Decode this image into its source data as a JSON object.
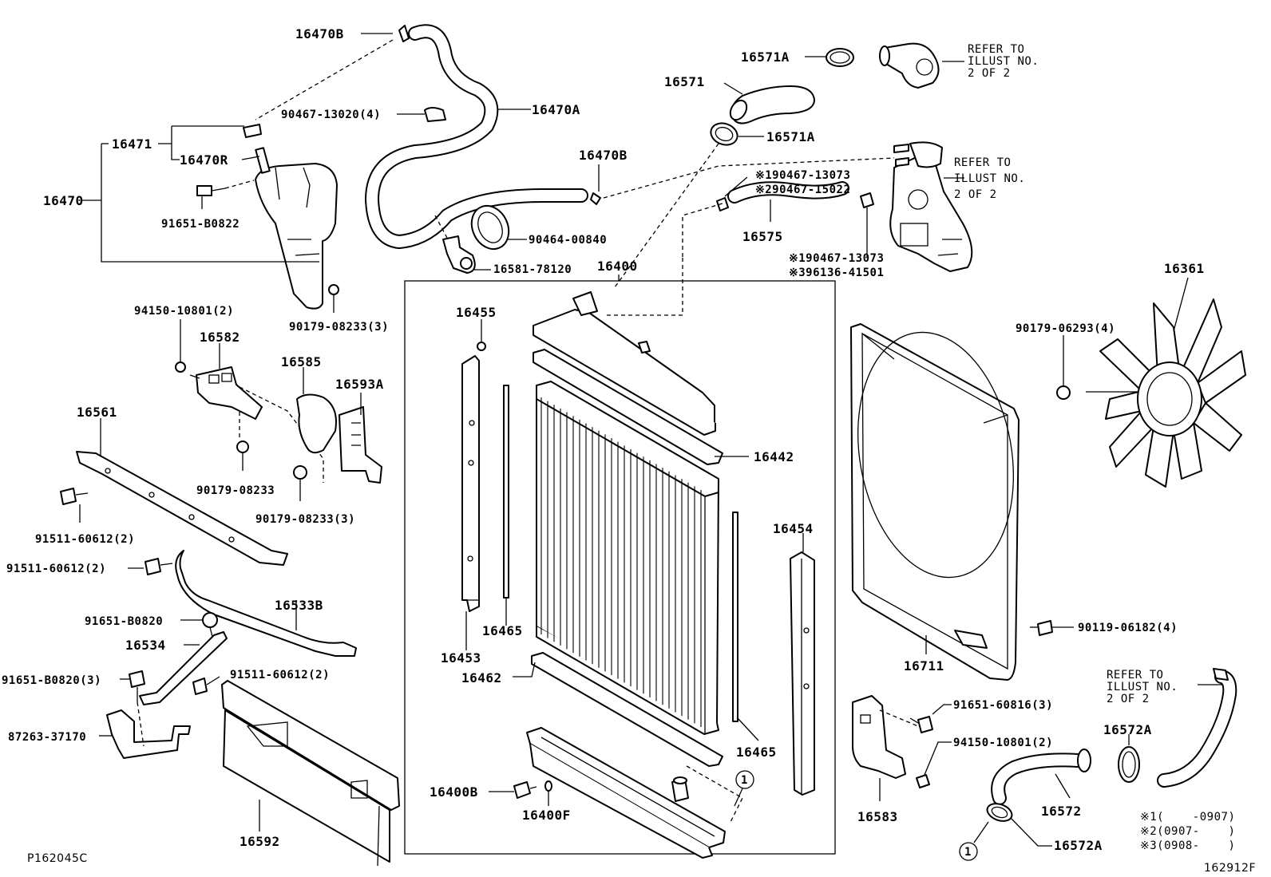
{
  "diagram": {
    "labels": {
      "p16470B_top": "16470B",
      "p16470A": "16470A",
      "p16471": "16471",
      "p16470R": "16470R",
      "p16470": "16470",
      "p90467_13020": "90467-13020(4)",
      "p91651_B0822": "91651-B0822",
      "p90179_08233_3a": "90179-08233(3)",
      "p16470B_mid": "16470B",
      "p90464_00840": "90464-00840",
      "p16581_78120": "16581-78120",
      "p16571A_top": "16571A",
      "p16571": "16571",
      "p16571A_mid": "16571A",
      "p90467_13073_a": "※190467-13073",
      "p90467_15022": "※290467-15022",
      "p16575": "16575",
      "p90467_13073_b": "※190467-13073",
      "p96136_41501": "※396136-41501",
      "p16400": "16400",
      "p16361": "16361",
      "p90179_06293": "90179-06293(4)",
      "p94150_10801_a": "94150-10801(2)",
      "p16582": "16582",
      "p16585": "16585",
      "p16593A": "16593A",
      "p90179_08233": "90179-08233",
      "p90179_08233_3b": "90179-08233(3)",
      "p16561": "16561",
      "p91511_60612_a": "91511-60612(2)",
      "p91511_60612_b": "91511-60612(2)",
      "p16533B": "16533B",
      "p91651_B0820": "91651-B0820",
      "p16534": "16534",
      "p91651_B0820_3": "91651-B0820(3)",
      "p91511_60612_c": "91511-60612(2)",
      "p87263_37170": "87263-37170",
      "p16592": "16592",
      "p16455": "16455",
      "p16453": "16453",
      "p16465_a": "16465",
      "p16462": "16462",
      "p16442": "16442",
      "p16454": "16454",
      "p16465_b": "16465",
      "p16400B": "16400B",
      "p16400F": "16400F",
      "p16711": "16711",
      "p90119_06182": "90119-06182(4)",
      "p91651_60816": "91651-60816(3)",
      "p94150_10801_b": "94150-10801(2)",
      "p16583": "16583",
      "p16572": "16572",
      "p16572A_top": "16572A",
      "p16572A_bot": "16572A",
      "circle1_a": "1",
      "circle1_b": "1"
    },
    "refer_notes": [
      {
        "line1": "REFER TO",
        "line2": "ILLUST NO.",
        "line3": "2 OF 2"
      },
      {
        "line1": "REFER TO",
        "line2": "ILLUST NO.",
        "line3": "2 OF 2"
      },
      {
        "line1": "REFER TO",
        "line2": "ILLUST NO.",
        "line3": "2 OF 2"
      }
    ],
    "footnotes": {
      "n1": "※1(    -0907)",
      "n2": "※2(0907-    )",
      "n3": "※3(0908-    )"
    },
    "codes": {
      "left": "P162045C",
      "right": "162912F"
    }
  }
}
